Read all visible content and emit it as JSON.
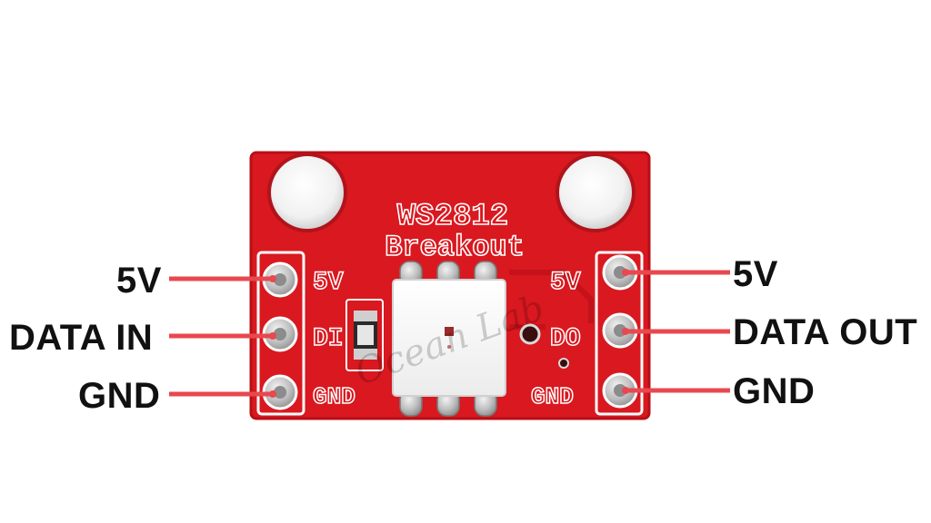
{
  "board": {
    "title_line1": "WS2812",
    "title_line2": "Breakout",
    "silk_left": [
      "5V",
      "DI",
      "GND"
    ],
    "silk_right": [
      "5V",
      "DO",
      "GND"
    ],
    "board_color": "#d9181f",
    "board_edge_color": "#b80f16",
    "silk_color": "#ffffff",
    "pad_color": "#c7c7c7"
  },
  "callouts": {
    "left": [
      "5V",
      "DATA IN",
      "GND"
    ],
    "right": [
      "5V",
      "DATA OUT",
      "GND"
    ],
    "line_color": "#e8484f"
  },
  "watermark": {
    "text": "Ocean Lab"
  }
}
